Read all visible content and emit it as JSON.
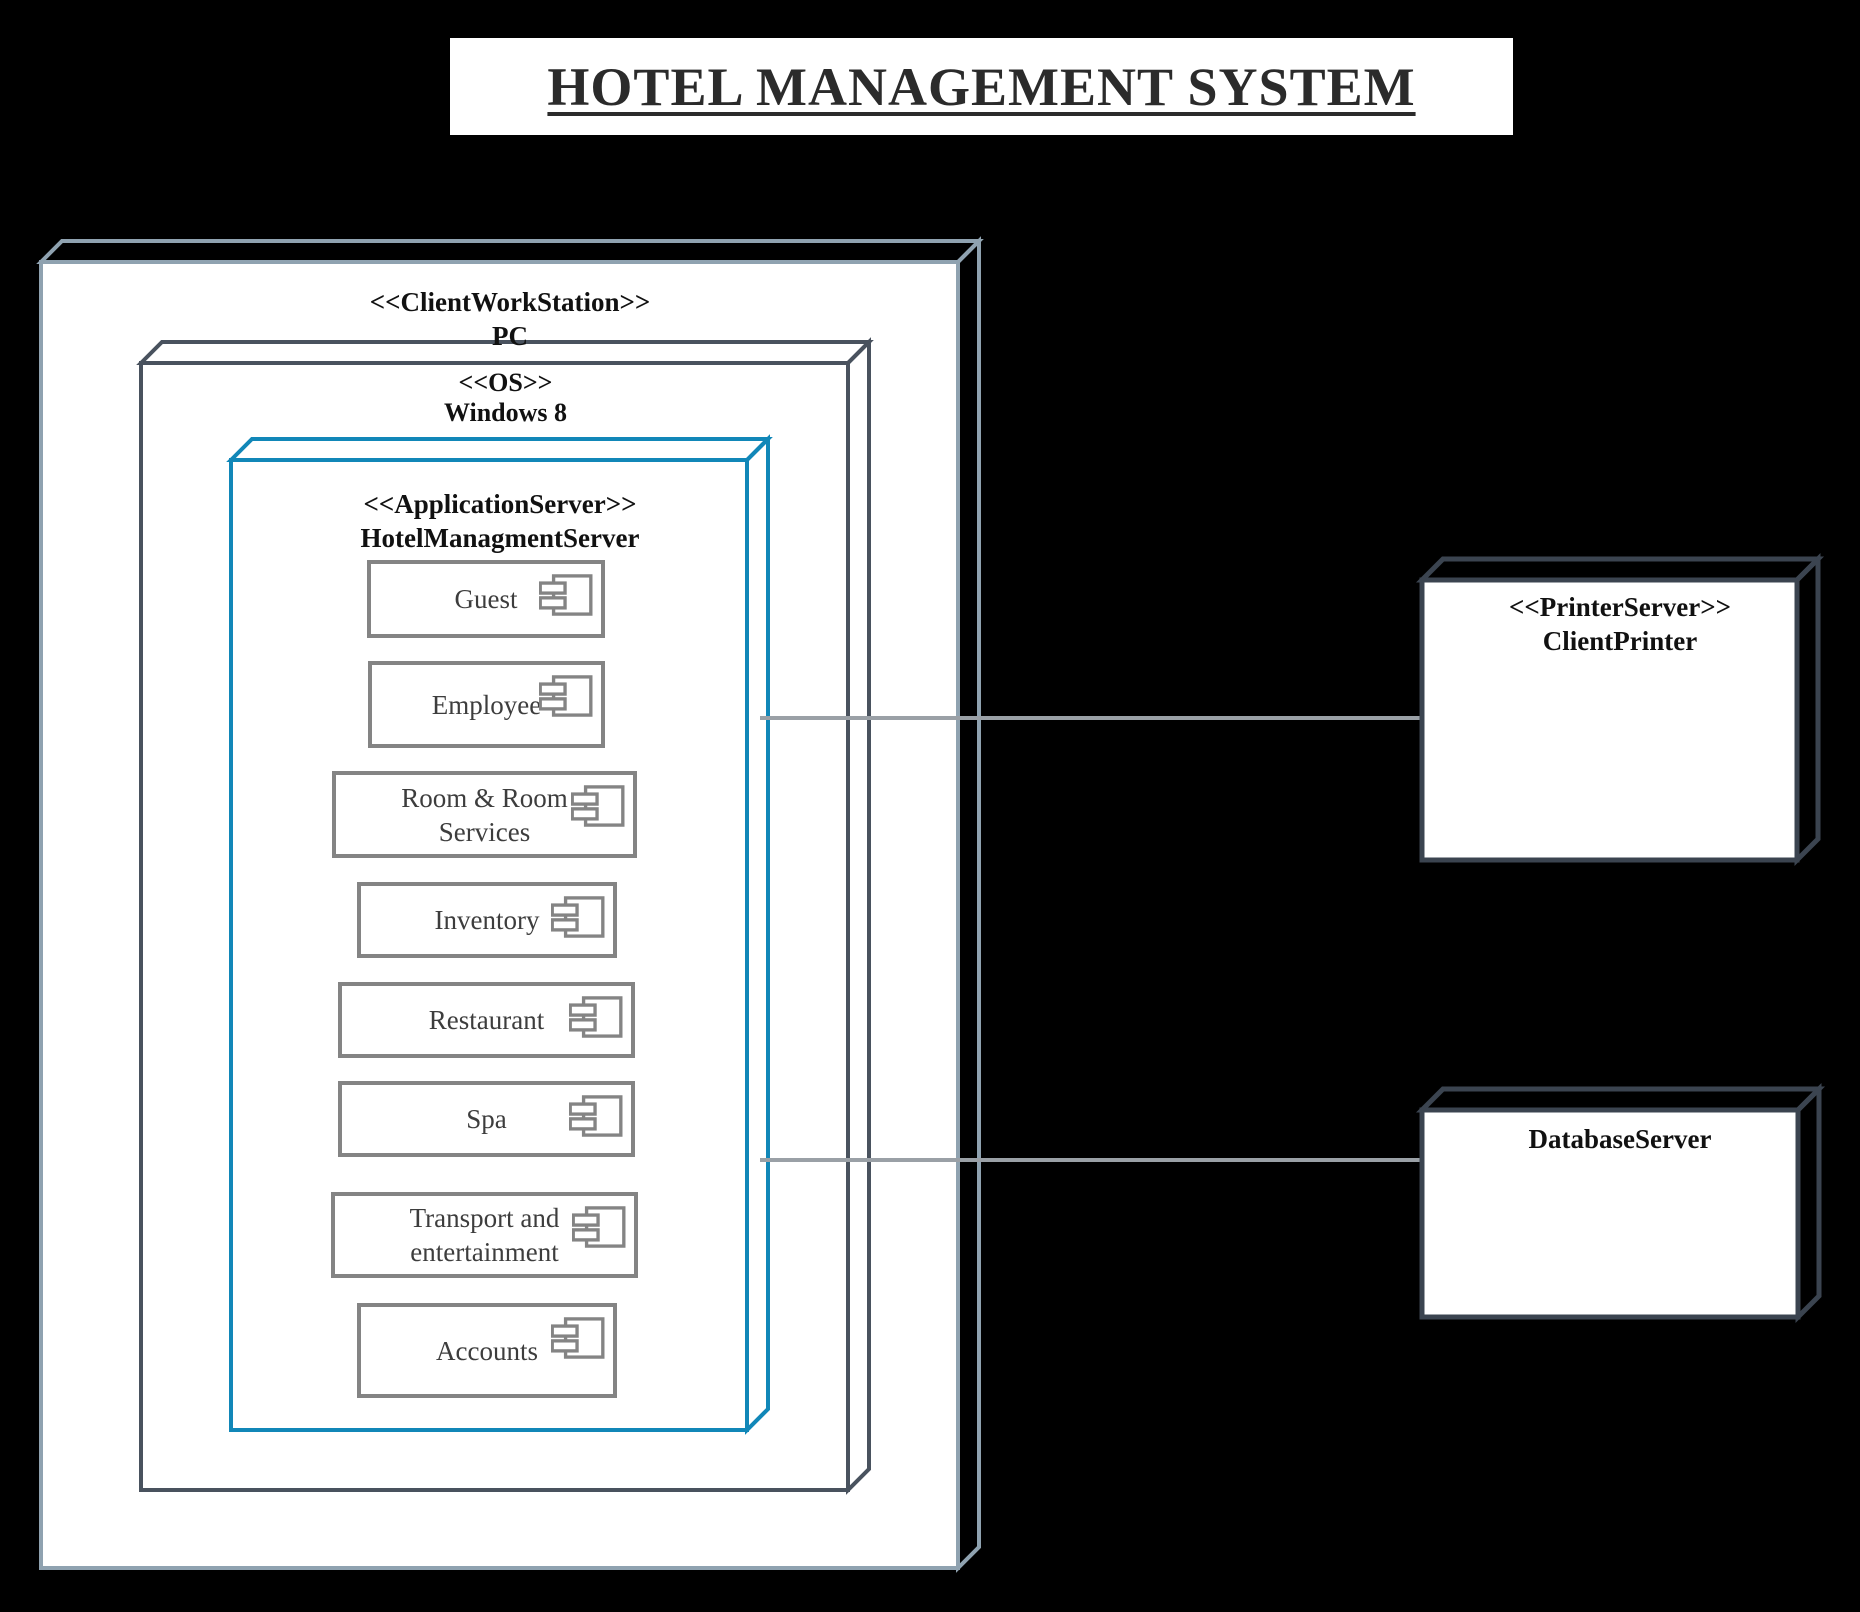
{
  "title_banner": {
    "text": "HOTEL MANAGEMENT SYSTEM"
  },
  "nodes": {
    "client_workstation": {
      "stereotype": "<<ClientWorkStation>>",
      "name": "PC"
    },
    "os": {
      "stereotype": "<<OS>>",
      "name": "Windows 8"
    },
    "application_server": {
      "stereotype": "<<ApplicationServer>>",
      "name": "HotelManagmentServer"
    },
    "printer_server": {
      "stereotype": "<<PrinterServer>>",
      "name": "ClientPrinter"
    },
    "database_server": {
      "name": "DatabaseServer"
    }
  },
  "components": [
    {
      "label": "Guest"
    },
    {
      "label": "Employee"
    },
    {
      "label": "Room & Room Services"
    },
    {
      "label": "Inventory"
    },
    {
      "label": "Restaurant"
    },
    {
      "label": "Spa"
    },
    {
      "label": "Transport and entertainment"
    },
    {
      "label": "Accounts"
    }
  ],
  "connections": [
    {
      "from": "HotelManagmentServer",
      "to": "ClientPrinter"
    },
    {
      "from": "HotelManagmentServer",
      "to": "DatabaseServer"
    }
  ],
  "icons": {
    "component": "uml-component-icon"
  },
  "colors": {
    "background": "#000000",
    "banner_background": "#ffffff",
    "banner_text": "#2b2b2b",
    "workstation_border": "#8fa2b0",
    "os_border": "#49525e",
    "application_server_border": "#1187b8",
    "server_node_border": "#3b4450",
    "component_border": "#848484",
    "component_text": "#3d3d3d",
    "node_text": "#111111",
    "connector": "#9aa0a6"
  }
}
